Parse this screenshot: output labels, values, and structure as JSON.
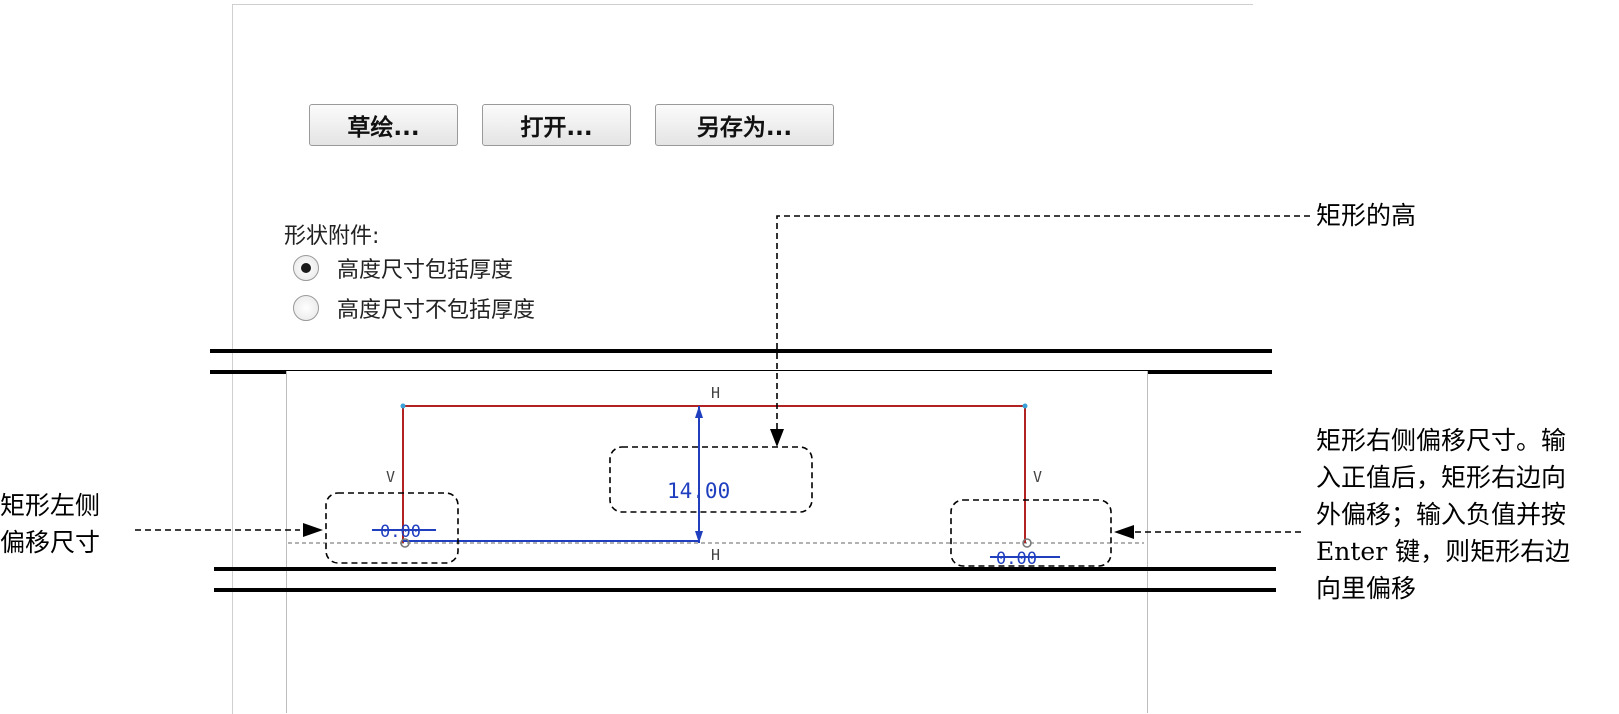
{
  "buttons": {
    "sketch": "草绘...",
    "open": "打开...",
    "save_as": "另存为..."
  },
  "shape_attachment": {
    "label": "形状附件:",
    "options": [
      {
        "label": "高度尺寸包括厚度",
        "selected": true
      },
      {
        "label": "高度尺寸不包括厚度",
        "selected": false
      }
    ]
  },
  "sketch": {
    "constraint_h": "H",
    "constraint_v": "V",
    "height_dim": "14.00",
    "left_offset": "0.00",
    "right_offset": "0.00",
    "colors": {
      "rect": "#b22222",
      "dimension": "#1f3fbf"
    }
  },
  "annotations": {
    "height": "矩形的高",
    "left_offset_lines": [
      "矩形左侧",
      "偏移尺寸"
    ],
    "right_offset_lines": [
      "矩形右侧偏移尺寸。输",
      "入正值后，矩形右边向",
      "外偏移；输入负值并按",
      "Enter 键，则矩形右边",
      "向里偏移"
    ]
  }
}
